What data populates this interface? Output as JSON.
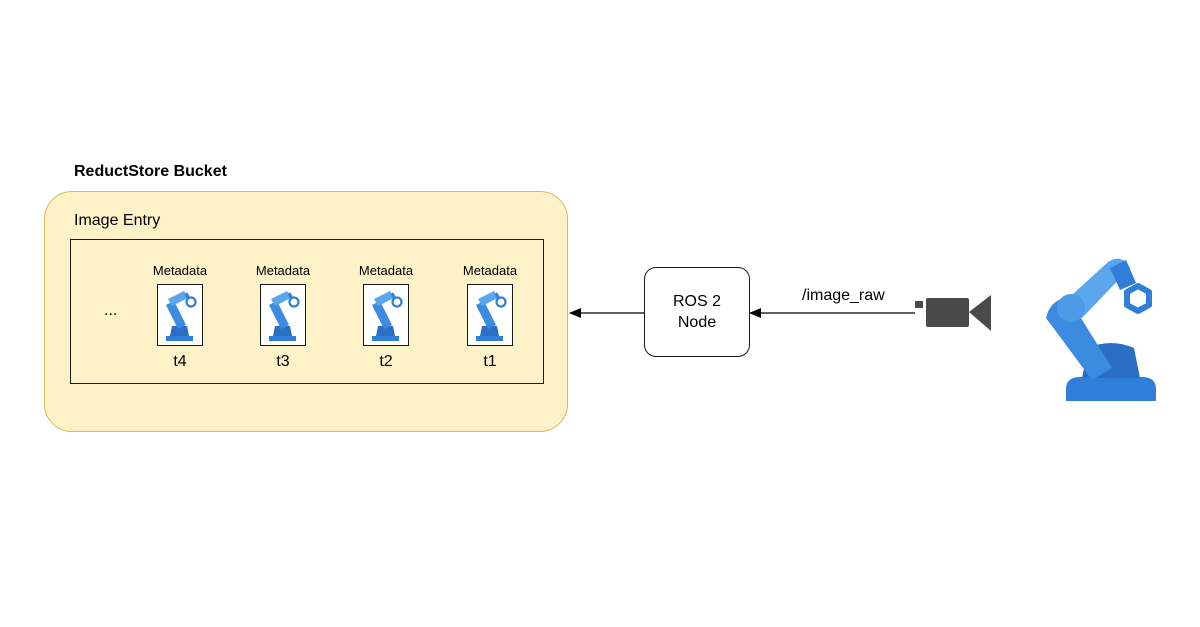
{
  "bucket": {
    "title": "ReductStore Bucket",
    "entry": {
      "title": "Image Entry",
      "ellipsis": "...",
      "records": [
        {
          "metadata_label": "Metadata",
          "timestamp": "t4",
          "icon": "robot-arm-icon"
        },
        {
          "metadata_label": "Metadata",
          "timestamp": "t3",
          "icon": "robot-arm-icon"
        },
        {
          "metadata_label": "Metadata",
          "timestamp": "t2",
          "icon": "robot-arm-icon"
        },
        {
          "metadata_label": "Metadata",
          "timestamp": "t1",
          "icon": "robot-arm-icon"
        }
      ]
    }
  },
  "node": {
    "line1": "ROS 2",
    "line2": "Node"
  },
  "topic": {
    "label": "/image_raw"
  },
  "icons": {
    "camera": "video-camera-icon",
    "robot": "robot-arm-icon"
  },
  "colors": {
    "bucket_fill": "#fdf1c7",
    "bucket_border": "#d9b85a",
    "robot_blue": "#2f7fd8",
    "robot_light_blue": "#5aa7ee",
    "camera_gray": "#4a4a4a"
  }
}
